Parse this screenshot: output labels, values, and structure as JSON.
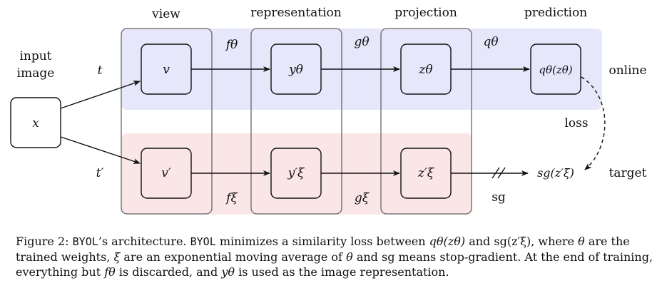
{
  "diagram": {
    "headers": {
      "view": "view",
      "representation": "representation",
      "projection": "projection",
      "prediction": "prediction"
    },
    "side_labels": {
      "input_line1": "input",
      "input_line2": "image",
      "online": "online",
      "target": "target",
      "loss": "loss",
      "sg": "sg"
    },
    "nodes": {
      "x": "x",
      "v": "v",
      "v_prime": "v′",
      "y_theta": "yθ",
      "y_xi": "y′ξ",
      "z_theta": "zθ",
      "z_xi": "z′ξ",
      "q_theta_z": "qθ(zθ)",
      "sg_z": "sg(z′ξ)"
    },
    "edges": {
      "t": "t",
      "t_prime": "t′",
      "f_theta": "fθ",
      "g_theta": "gθ",
      "q_theta": "qθ",
      "f_xi": "fξ",
      "g_xi": "gξ"
    },
    "colors": {
      "online_band": "#e6e7fb",
      "target_band": "#fbe6e7",
      "stroke": "#111111",
      "column_stroke": "#666666"
    }
  },
  "caption": {
    "figure_label": "Figure 2:",
    "s1_name": "BYOL",
    "s1_text": "’s architecture.",
    "s2_name": "BYOL",
    "s2_text": "minimizes a similarity loss between",
    "q_expr": "qθ(zθ)",
    "and_text": "and",
    "sg_expr": "sg(z′ξ),",
    "where_text": "where",
    "theta": "θ",
    "trained_text": "are the trained weights,",
    "xi": "ξ",
    "ema_text": "are an exponential moving average of",
    "theta2": "θ",
    "and_text2": "and",
    "sg_word": "sg",
    "means_text": "means stop-gradient. At the end of training, everything but",
    "f_expr": "fθ",
    "discarded_text": "is discarded, and",
    "y_expr": "yθ",
    "final_text": "is used as the image representation."
  }
}
